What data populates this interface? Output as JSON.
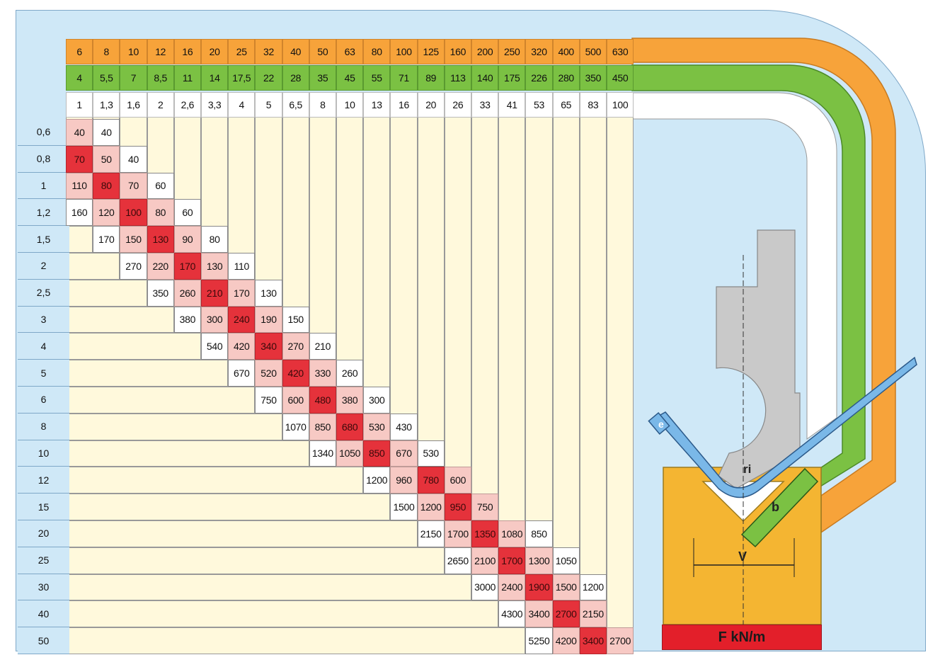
{
  "header_rows": {
    "orange": [
      "6",
      "8",
      "10",
      "12",
      "16",
      "20",
      "25",
      "32",
      "40",
      "50",
      "63",
      "80",
      "100",
      "125",
      "160",
      "200",
      "250",
      "320",
      "400",
      "500",
      "630"
    ],
    "green": [
      "4",
      "5,5",
      "7",
      "8,5",
      "11",
      "14",
      "17,5",
      "22",
      "28",
      "35",
      "45",
      "55",
      "71",
      "89",
      "113",
      "140",
      "175",
      "226",
      "280",
      "350",
      "450"
    ],
    "white": [
      "1",
      "1,3",
      "1,6",
      "2",
      "2,6",
      "3,3",
      "4",
      "5",
      "6,5",
      "8",
      "10",
      "13",
      "16",
      "20",
      "26",
      "33",
      "41",
      "53",
      "65",
      "83",
      "100"
    ]
  },
  "row_labels": [
    "0,6",
    "0,8",
    "1",
    "1,2",
    "1,5",
    "2",
    "2,5",
    "3",
    "4",
    "5",
    "6",
    "8",
    "10",
    "12",
    "15",
    "20",
    "25",
    "30",
    "40",
    "50"
  ],
  "rows": [
    {
      "start": 0,
      "values": [
        "40",
        "40"
      ],
      "styles": [
        "l",
        "w"
      ]
    },
    {
      "start": 0,
      "values": [
        "70",
        "50",
        "40"
      ],
      "styles": [
        "r",
        "l",
        "w"
      ]
    },
    {
      "start": 0,
      "values": [
        "110",
        "80",
        "70",
        "60"
      ],
      "styles": [
        "l",
        "r",
        "l",
        "w"
      ]
    },
    {
      "start": 0,
      "values": [
        "160",
        "120",
        "100",
        "80",
        "60"
      ],
      "styles": [
        "w",
        "l",
        "r",
        "l",
        "w"
      ]
    },
    {
      "start": 1,
      "values": [
        "170",
        "150",
        "130",
        "90",
        "80"
      ],
      "styles": [
        "w",
        "l",
        "r",
        "l",
        "w"
      ]
    },
    {
      "start": 2,
      "values": [
        "270",
        "220",
        "170",
        "130",
        "110"
      ],
      "styles": [
        "w",
        "l",
        "r",
        "l",
        "w"
      ]
    },
    {
      "start": 3,
      "values": [
        "350",
        "260",
        "210",
        "170",
        "130"
      ],
      "styles": [
        "w",
        "l",
        "r",
        "l",
        "w"
      ]
    },
    {
      "start": 4,
      "values": [
        "380",
        "300",
        "240",
        "190",
        "150"
      ],
      "styles": [
        "w",
        "l",
        "r",
        "l",
        "w"
      ]
    },
    {
      "start": 5,
      "values": [
        "540",
        "420",
        "340",
        "270",
        "210"
      ],
      "styles": [
        "w",
        "l",
        "r",
        "l",
        "w"
      ]
    },
    {
      "start": 6,
      "values": [
        "670",
        "520",
        "420",
        "330",
        "260"
      ],
      "styles": [
        "w",
        "l",
        "r",
        "l",
        "w"
      ]
    },
    {
      "start": 7,
      "values": [
        "750",
        "600",
        "480",
        "380",
        "300"
      ],
      "styles": [
        "w",
        "l",
        "r",
        "l",
        "w"
      ]
    },
    {
      "start": 8,
      "values": [
        "1070",
        "850",
        "680",
        "530",
        "430"
      ],
      "styles": [
        "w",
        "l",
        "r",
        "l",
        "w"
      ]
    },
    {
      "start": 9,
      "values": [
        "1340",
        "1050",
        "850",
        "670",
        "530"
      ],
      "styles": [
        "w",
        "l",
        "r",
        "l",
        "w"
      ]
    },
    {
      "start": 11,
      "values": [
        "1200",
        "960",
        "780",
        "600"
      ],
      "styles": [
        "w",
        "l",
        "r",
        "l"
      ]
    },
    {
      "start": 12,
      "values": [
        "1500",
        "1200",
        "950",
        "750"
      ],
      "styles": [
        "w",
        "l",
        "r",
        "l"
      ]
    },
    {
      "start": 13,
      "values": [
        "2150",
        "1700",
        "1350",
        "1080",
        "850"
      ],
      "styles": [
        "w",
        "l",
        "r",
        "l",
        "w"
      ]
    },
    {
      "start": 14,
      "values": [
        "2650",
        "2100",
        "1700",
        "1300",
        "1050"
      ],
      "styles": [
        "w",
        "l",
        "r",
        "l",
        "w"
      ]
    },
    {
      "start": 15,
      "values": [
        "3000",
        "2400",
        "1900",
        "1500",
        "1200"
      ],
      "styles": [
        "w",
        "l",
        "r",
        "l",
        "w"
      ]
    },
    {
      "start": 16,
      "values": [
        "4300",
        "3400",
        "2700",
        "2150"
      ],
      "styles": [
        "w",
        "l",
        "r",
        "l"
      ]
    },
    {
      "start": 17,
      "values": [
        "5250",
        "4200",
        "3400",
        "2700"
      ],
      "styles": [
        "w",
        "l",
        "r",
        "l"
      ]
    }
  ],
  "diagram": {
    "ri_label": "ri",
    "b_label": "b",
    "v_label": "V",
    "e_label": "e",
    "force_label": "F  kN/m"
  },
  "colors": {
    "orange": "#f7a33a",
    "green": "#7bc143",
    "blue": "#cfe8f7",
    "red": "#e5323b",
    "light_red": "#f7c9c4",
    "cream": "#fff9dc",
    "die": "#f4b532",
    "punch": "#c9c9c9"
  }
}
